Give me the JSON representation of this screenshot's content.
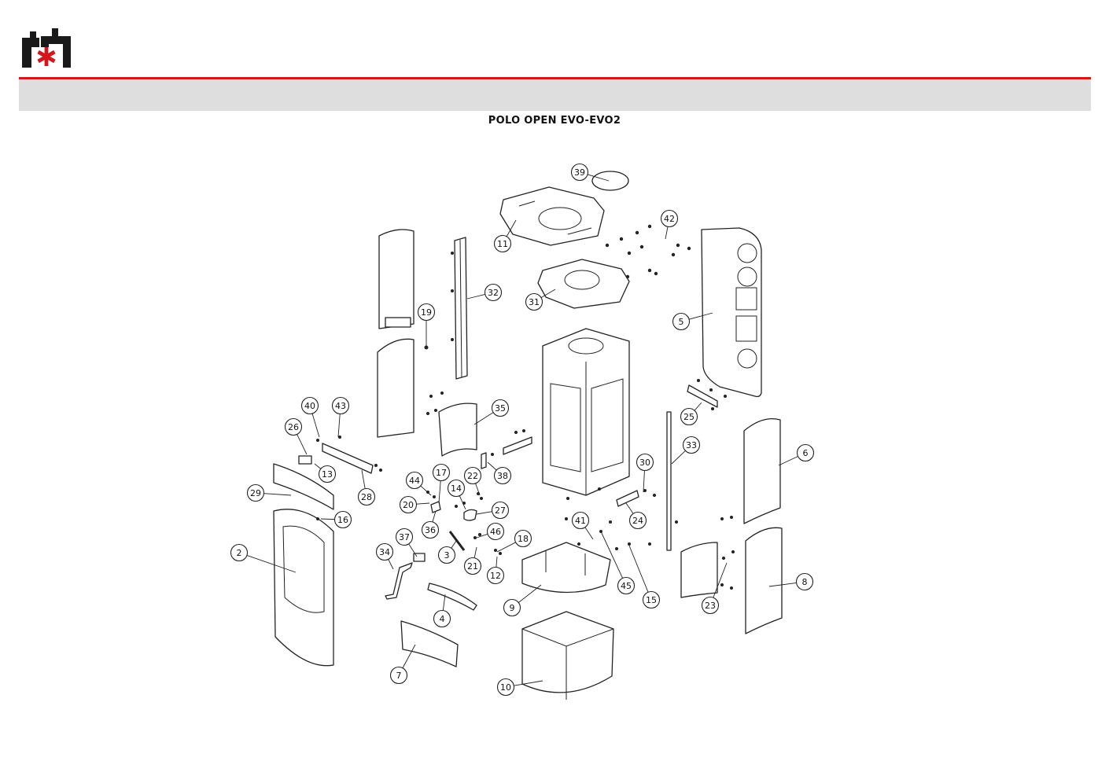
{
  "header": {
    "brand_color": "#d4161c",
    "title": "POLO OPEN EVO-EVO2"
  },
  "callouts": [
    {
      "label": "39"
    },
    {
      "label": "42"
    },
    {
      "label": "11"
    },
    {
      "label": "32"
    },
    {
      "label": "31"
    },
    {
      "label": "5"
    },
    {
      "label": "19"
    },
    {
      "label": "35"
    },
    {
      "label": "25"
    },
    {
      "label": "40"
    },
    {
      "label": "43"
    },
    {
      "label": "26"
    },
    {
      "label": "33"
    },
    {
      "label": "6"
    },
    {
      "label": "13"
    },
    {
      "label": "38"
    },
    {
      "label": "30"
    },
    {
      "label": "28"
    },
    {
      "label": "44"
    },
    {
      "label": "17"
    },
    {
      "label": "22"
    },
    {
      "label": "29"
    },
    {
      "label": "14"
    },
    {
      "label": "20"
    },
    {
      "label": "27"
    },
    {
      "label": "24"
    },
    {
      "label": "16"
    },
    {
      "label": "41"
    },
    {
      "label": "36"
    },
    {
      "label": "46"
    },
    {
      "label": "37"
    },
    {
      "label": "18"
    },
    {
      "label": "2"
    },
    {
      "label": "34"
    },
    {
      "label": "3"
    },
    {
      "label": "21"
    },
    {
      "label": "45"
    },
    {
      "label": "12"
    },
    {
      "label": "8"
    },
    {
      "label": "15"
    },
    {
      "label": "9"
    },
    {
      "label": "23"
    },
    {
      "label": "4"
    },
    {
      "label": "7"
    },
    {
      "label": "10"
    }
  ]
}
